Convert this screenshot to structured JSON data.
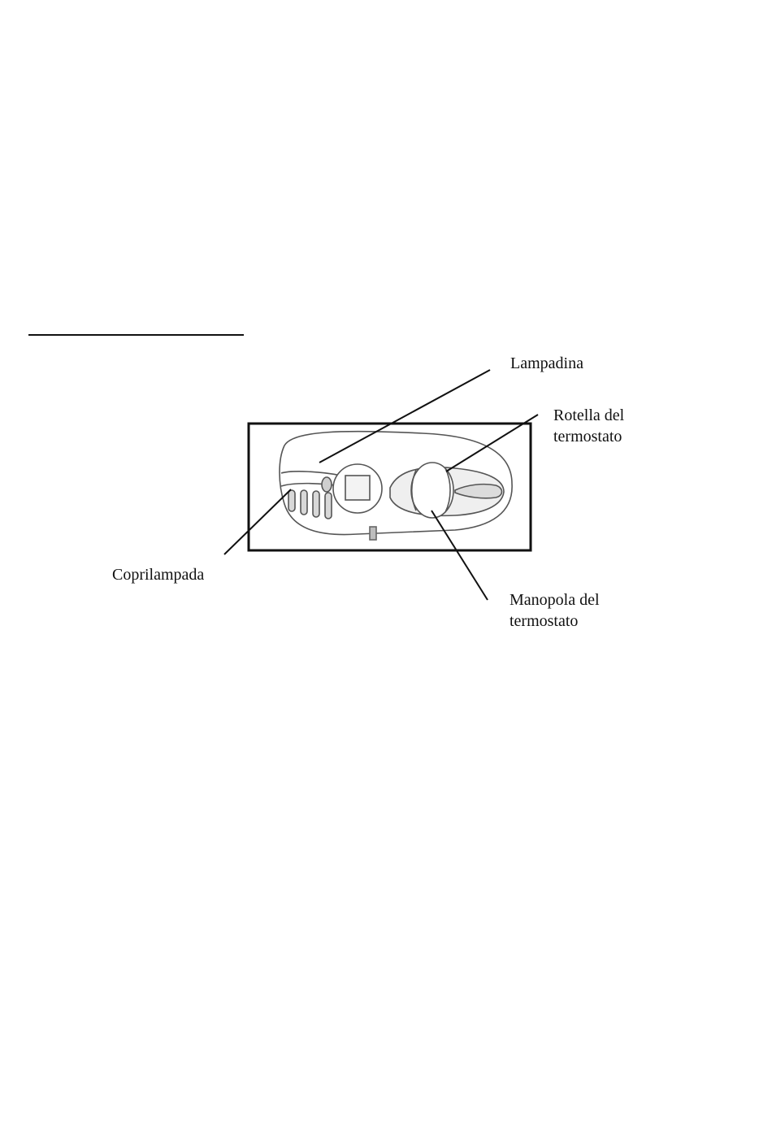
{
  "labels": {
    "lampadina": "Lampadina",
    "rotella_line1": "Rotella del",
    "rotella_line2": "termostato",
    "coprilampada": "Coprilampada",
    "manopola_line1": "Manopola del",
    "manopola_line2": "termostato"
  },
  "colors": {
    "ink": "#111111",
    "device_outline": "#555555",
    "device_shade": "#e6e6e6"
  }
}
